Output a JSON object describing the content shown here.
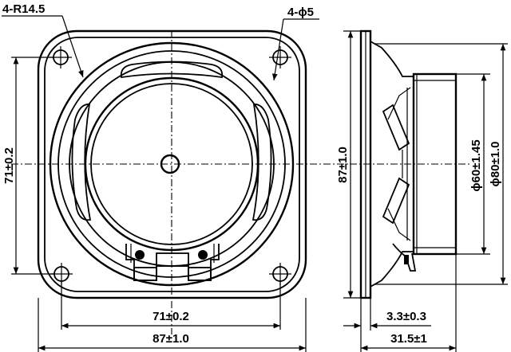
{
  "labels": {
    "corner_radius": "4-R14.5",
    "hole_dia": "4-ϕ5",
    "left_vertical": "71±0.2",
    "bottom_inner": "71±0.2",
    "bottom_outer": "87±1.0",
    "side_height": "87±1.0",
    "magnet_dia": "ϕ60±1.45",
    "basket_dia": "ϕ80±1.0",
    "flange_thickness": "3.3±0.3",
    "total_depth": "31.5±1"
  }
}
